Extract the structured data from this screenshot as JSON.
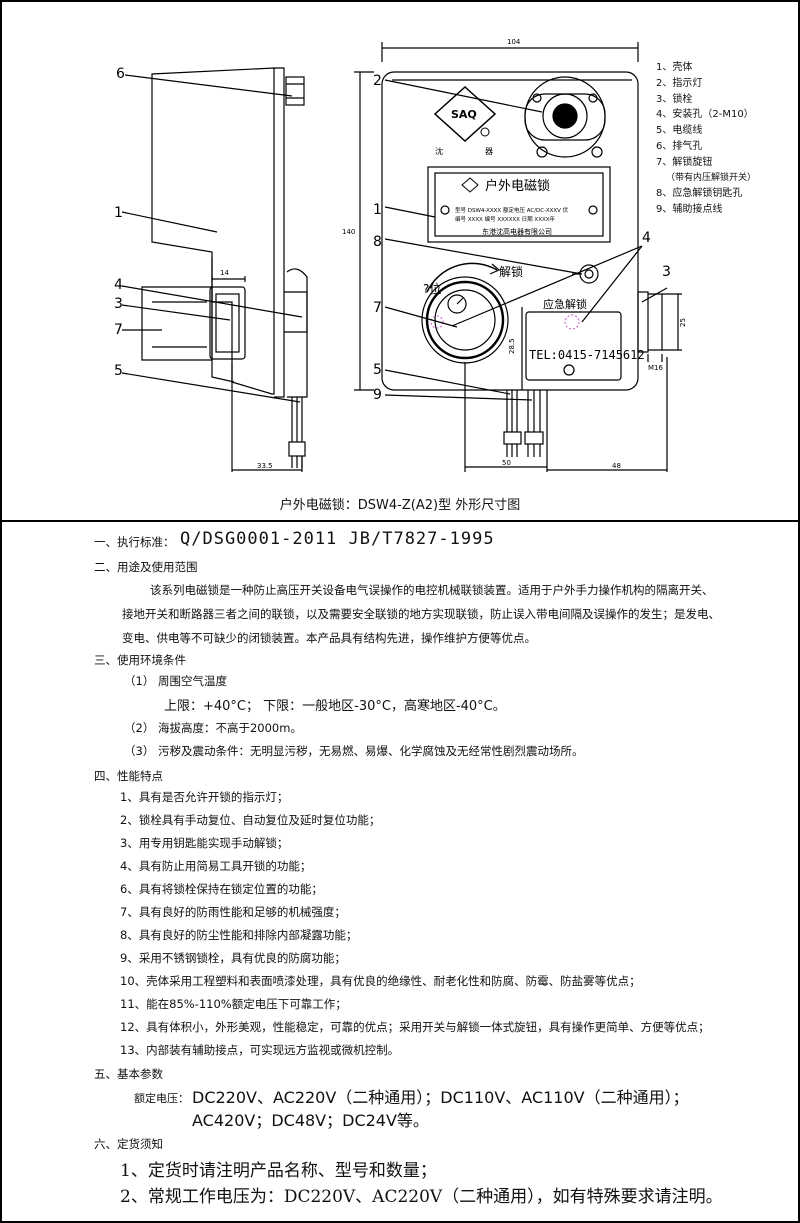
{
  "drawing": {
    "caption": "户外电磁锁：DSW4-Z(A2)型 外形尺寸图",
    "side_callouts": [
      "6",
      "1",
      "4",
      "3",
      "7",
      "5"
    ],
    "front_callouts": [
      "2",
      "1",
      "8",
      "7",
      "5",
      "9"
    ],
    "right_callouts": [
      "4",
      "3"
    ],
    "dims": {
      "top_width": "104",
      "height": "140",
      "flange": "14",
      "side_bottom": "33.5",
      "bottom_mid": "50",
      "bottom_right": "48",
      "vert": "28.5",
      "sq": "25",
      "m": "M16"
    },
    "logo_text": "SAQ",
    "logo_sub_left": "沈",
    "logo_sub_right": "器",
    "nameplate": {
      "title": "户外电磁锁",
      "line1": "型号 DSW4-XXXX  额定电压  AC/DC-XXXV  伏",
      "line2": "编号 XXXX 编号 XXXXXX 日期 XXXX年",
      "company": "东港沈高电器有限公司"
    },
    "knob_top_left": "?位",
    "knob_top_right": "解锁",
    "emergency": "应急解锁",
    "tel": "TEL:0415-7145612",
    "legend": [
      "1、壳体",
      "2、指示灯",
      "3、锁栓",
      "4、安装孔（2-M10）",
      "5、电缆线",
      "6、排气孔",
      "7、解锁旋钮",
      "（带有内压解锁开关）",
      "8、应急解锁钥匙孔",
      "9、辅助接点线"
    ]
  },
  "specs": {
    "s1_head": "一、执行标准：",
    "s1_std": "Q/DSG0001-2011    JB/T7827-1995",
    "s2_head": "二、用途及使用范围",
    "s2_lines": [
      "该系列电磁锁是一种防止高压开关设备电气误操作的电控机械联锁装置。适用于户外手力操作机构的隔离开关、",
      "接地开关和断路器三者之间的联锁，以及需要安全联锁的地方实现联锁，防止误入带电间隔及误操作的发生；是发电、",
      "变电、供电等不可缺少的闭锁装置。本产品具有结构先进，操作维护方便等优点。"
    ],
    "s3_head": "三、使用环境条件",
    "s3_1": "（1）    周围空气温度",
    "s3_1a": "上限：+40°C；   下限：一般地区-30°C，高寒地区-40°C。",
    "s3_2": "（2）    海拔高度：不高于2000m。",
    "s3_3": "（3）    污秽及震动条件：无明显污秽，无易燃、易爆、化学腐蚀及无经常性剧烈震动场所。",
    "s4_head": "四、性能特点",
    "s4_items": [
      "1、具有是否允许开锁的指示灯；",
      "2、锁栓具有手动复位、自动复位及延时复位功能；",
      "3、用专用钥匙能实现手动解锁；",
      "4、具有防止用简易工具开锁的功能；",
      "6、具有将锁栓保持在锁定位置的功能；",
      "7、具有良好的防雨性能和足够的机械强度；",
      "8、具有良好的防尘性能和排除内部凝露功能；",
      "9、采用不锈钢锁栓，具有优良的防腐功能；",
      "10、壳体采用工程塑料和表面喷漆处理，具有优良的绝缘性、耐老化性和防腐、防霉、防盐雾等优点；",
      "11、能在85%-110%额定电压下可靠工作；",
      "12、具有体积小，外形美观，性能稳定，可靠的优点；采用开关与解锁一体式旋钮，具有操作更简单、方便等优点；",
      "13、内部装有辅助接点，可实现远方监视或微机控制。"
    ],
    "s5_head": "五、基本参数",
    "s5_label": "额定电压：",
    "s5_line1": "DC220V、AC220V（二种通用）；DC110V、AC110V（二种通用）；",
    "s5_line2": "AC420V；DC48V；DC24V等。",
    "s6_head": "六、定货须知",
    "s6_items": [
      "1、定货时请注明产品名称、型号和数量；",
      "2、常规工作电压为：DC220V、AC220V（二种通用），如有特殊要求请注明。"
    ]
  }
}
